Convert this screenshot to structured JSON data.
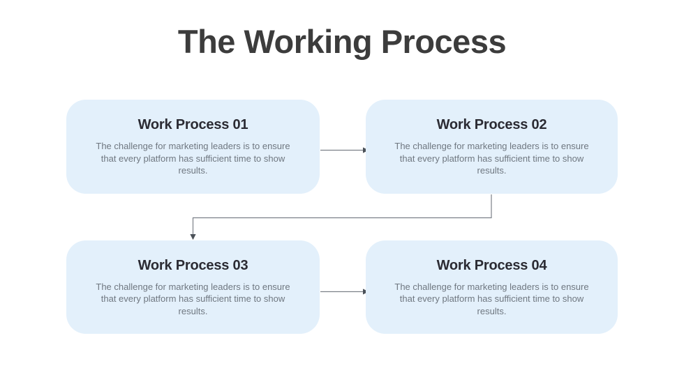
{
  "slide": {
    "title": "The Working Process",
    "background_color": "#ffffff",
    "title_color": "#3c3c3c"
  },
  "theme": {
    "card_background": "#e3f0fb",
    "card_title_color": "#2b2b33",
    "card_body_color": "#6f7780",
    "connector_color": "#6b7280"
  },
  "cards": [
    {
      "id": "work-process-01",
      "title": "Work Process 01",
      "body": "The challenge for marketing leaders is to ensure that every platform has sufficient time to show results."
    },
    {
      "id": "work-process-02",
      "title": "Work Process 02",
      "body": "The challenge for marketing leaders is to ensure that every platform has sufficient time to show results."
    },
    {
      "id": "work-process-03",
      "title": "Work Process 03",
      "body": "The challenge for marketing leaders is to ensure that every platform has sufficient time to show results."
    },
    {
      "id": "work-process-04",
      "title": "Work Process 04",
      "body": "The challenge for marketing leaders is to ensure that every platform has sufficient time to show results."
    }
  ],
  "connectors": [
    {
      "id": "arrow-01-to-02",
      "from": "work-process-01",
      "to": "work-process-02",
      "direction": "right"
    },
    {
      "id": "elbow-02-to-03",
      "from": "work-process-02",
      "to": "work-process-03",
      "direction": "down-left-down"
    },
    {
      "id": "arrow-03-to-04",
      "from": "work-process-03",
      "to": "work-process-04",
      "direction": "right"
    }
  ]
}
